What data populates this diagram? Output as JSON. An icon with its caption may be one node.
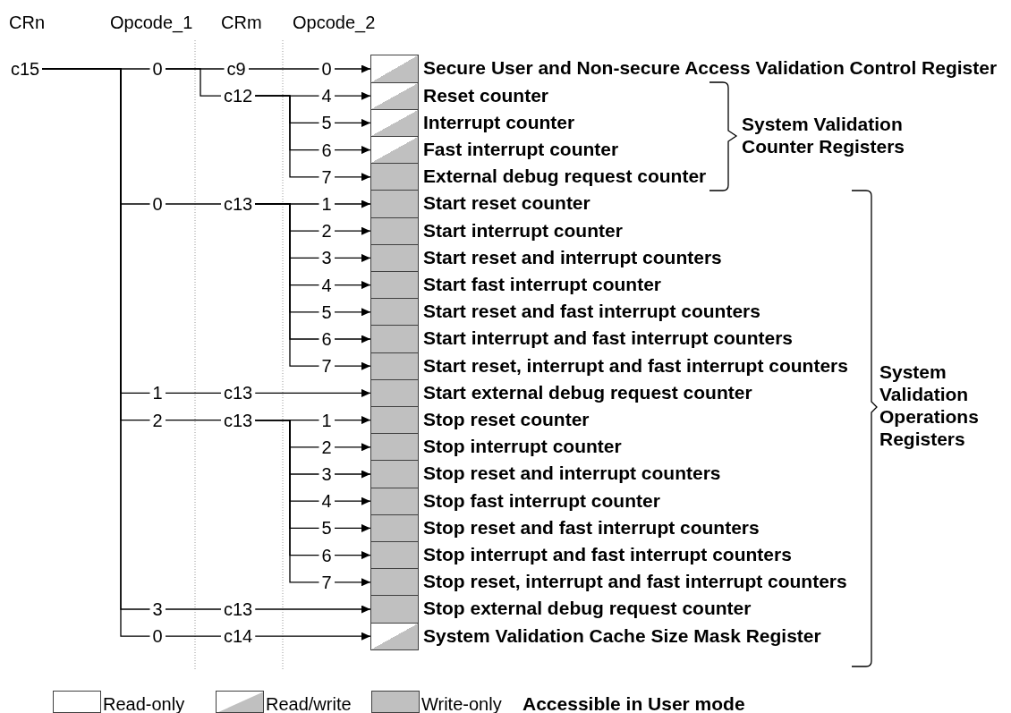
{
  "diagram": {
    "nodes": [
      {
        "text": [
          "c15"
        ]
      },
      {
        "text": [
          "0"
        ]
      },
      {
        "text": [
          "c9"
        ]
      },
      {
        "text": [
          "0"
        ]
      },
      {
        "text": [
          "Secure User and Non-secure Access Validation Control Register"
        ]
      },
      {
        "text": [
          "c12"
        ]
      },
      {
        "text": [
          "4"
        ]
      },
      {
        "text": [
          "Reset counter"
        ]
      },
      {
        "text": [
          "5"
        ]
      },
      {
        "text": [
          "Interrupt counter"
        ]
      },
      {
        "text": [
          "6"
        ]
      },
      {
        "text": [
          "Fast interrupt counter"
        ]
      },
      {
        "text": [
          "7"
        ]
      },
      {
        "text": [
          "External debug request counter"
        ]
      },
      {
        "text": [
          "0"
        ]
      },
      {
        "text": [
          "c13"
        ]
      },
      {
        "text": [
          "1"
        ]
      },
      {
        "text": [
          "Start reset counter"
        ]
      },
      {
        "text": [
          "2"
        ]
      },
      {
        "text": [
          "Start interrupt counter"
        ]
      },
      {
        "text": [
          "3"
        ]
      },
      {
        "text": [
          "Start reset and interrupt counters"
        ]
      },
      {
        "text": [
          "4"
        ]
      },
      {
        "text": [
          "Start fast interrupt counter"
        ]
      },
      {
        "text": [
          "5"
        ]
      },
      {
        "text": [
          "Start reset and fast interrupt counters"
        ]
      },
      {
        "text": [
          "6"
        ]
      },
      {
        "text": [
          "Start interrupt and fast interrupt counters"
        ]
      },
      {
        "text": [
          "7"
        ]
      },
      {
        "text": [
          "Start reset, interrupt and fast interrupt counters"
        ]
      },
      {
        "text": [
          "1"
        ]
      },
      {
        "text": [
          "c13"
        ]
      },
      {
        "text": [
          "Start external debug request counter"
        ]
      },
      {
        "text": [
          "2"
        ]
      },
      {
        "text": [
          "c13"
        ]
      },
      {
        "text": [
          "1"
        ]
      },
      {
        "text": [
          "Stop reset counter"
        ]
      },
      {
        "text": [
          "2"
        ]
      },
      {
        "text": [
          "Stop interrupt counter"
        ]
      },
      {
        "text": [
          "3"
        ]
      },
      {
        "text": [
          "Stop reset and interrupt counters"
        ]
      },
      {
        "text": [
          "4"
        ]
      },
      {
        "text": [
          "Stop fast interrupt counter"
        ]
      },
      {
        "text": [
          "5"
        ]
      },
      {
        "text": [
          "Stop reset and fast interrupt counters"
        ]
      },
      {
        "text": [
          "6"
        ]
      },
      {
        "text": [
          "Stop interrupt and fast interrupt counters"
        ]
      },
      {
        "text": [
          "7"
        ]
      },
      {
        "text": [
          "Stop reset, interrupt and fast interrupt counters"
        ]
      },
      {
        "text": [
          "3"
        ]
      },
      {
        "text": [
          "c13"
        ]
      },
      {
        "text": [
          "Stop external debug request counter"
        ]
      },
      {
        "text": [
          "0"
        ]
      },
      {
        "text": [
          "c14"
        ]
      },
      {
        "text": [
          "System Validation Cache Size Mask Register"
        ]
      }
    ],
    "edges": [
      {
        "from": 0,
        "to": 1,
        "arrow": "none"
      },
      {
        "from": 0,
        "to": 14,
        "arrow": "none"
      },
      {
        "from": 0,
        "to": 30,
        "arrow": "none"
      },
      {
        "from": 0,
        "to": 33,
        "arrow": "none"
      },
      {
        "from": 0,
        "to": 49,
        "arrow": "none"
      },
      {
        "from": 0,
        "to": 52,
        "arrow": "none"
      },
      {
        "from": 1,
        "to": 2,
        "arrow": "none"
      },
      {
        "from": 1,
        "to": 5,
        "arrow": "none"
      },
      {
        "from": 2,
        "to": 3,
        "arrow": "none"
      },
      {
        "from": 3,
        "to": 4,
        "arrow": "to"
      },
      {
        "from": 5,
        "to": 6,
        "arrow": "none"
      },
      {
        "from": 5,
        "to": 8,
        "arrow": "none"
      },
      {
        "from": 5,
        "to": 10,
        "arrow": "none"
      },
      {
        "from": 5,
        "to": 12,
        "arrow": "none"
      },
      {
        "from": 6,
        "to": 7,
        "arrow": "to"
      },
      {
        "from": 8,
        "to": 9,
        "arrow": "to"
      },
      {
        "from": 10,
        "to": 11,
        "arrow": "to"
      },
      {
        "from": 12,
        "to": 13,
        "arrow": "to"
      },
      {
        "from": 14,
        "to": 15,
        "arrow": "none"
      },
      {
        "from": 15,
        "to": 16,
        "arrow": "none"
      },
      {
        "from": 15,
        "to": 18,
        "arrow": "none"
      },
      {
        "from": 15,
        "to": 20,
        "arrow": "none"
      },
      {
        "from": 15,
        "to": 22,
        "arrow": "none"
      },
      {
        "from": 15,
        "to": 24,
        "arrow": "none"
      },
      {
        "from": 15,
        "to": 26,
        "arrow": "none"
      },
      {
        "from": 15,
        "to": 28,
        "arrow": "none"
      },
      {
        "from": 16,
        "to": 17,
        "arrow": "to"
      },
      {
        "from": 18,
        "to": 19,
        "arrow": "to"
      },
      {
        "from": 20,
        "to": 21,
        "arrow": "to"
      },
      {
        "from": 22,
        "to": 23,
        "arrow": "to"
      },
      {
        "from": 24,
        "to": 25,
        "arrow": "to"
      },
      {
        "from": 26,
        "to": 27,
        "arrow": "to"
      },
      {
        "from": 28,
        "to": 29,
        "arrow": "to"
      },
      {
        "from": 30,
        "to": 31,
        "arrow": "none"
      },
      {
        "from": 31,
        "to": 32,
        "arrow": "to"
      },
      {
        "from": 33,
        "to": 34,
        "arrow": "none"
      },
      {
        "from": 34,
        "to": 35,
        "arrow": "none"
      },
      {
        "from": 34,
        "to": 37,
        "arrow": "none"
      },
      {
        "from": 34,
        "to": 39,
        "arrow": "none"
      },
      {
        "from": 34,
        "to": 41,
        "arrow": "none"
      },
      {
        "from": 34,
        "to": 43,
        "arrow": "none"
      },
      {
        "from": 34,
        "to": 45,
        "arrow": "none"
      },
      {
        "from": 34,
        "to": 47,
        "arrow": "none"
      },
      {
        "from": 35,
        "to": 36,
        "arrow": "to"
      },
      {
        "from": 37,
        "to": 38,
        "arrow": "to"
      },
      {
        "from": 39,
        "to": 40,
        "arrow": "to"
      },
      {
        "from": 41,
        "to": 42,
        "arrow": "to"
      },
      {
        "from": 43,
        "to": 44,
        "arrow": "to"
      },
      {
        "from": 45,
        "to": 46,
        "arrow": "to"
      },
      {
        "from": 47,
        "to": 48,
        "arrow": "to"
      },
      {
        "from": 49,
        "to": 50,
        "arrow": "none"
      },
      {
        "from": 50,
        "to": 51,
        "arrow": "to"
      },
      {
        "from": 52,
        "to": 53,
        "arrow": "none"
      },
      {
        "from": 53,
        "to": 54,
        "arrow": "to"
      }
    ],
    "labels": [
      "CRn",
      "Opcode_1",
      "CRm",
      "Opcode_2",
      "System Validation Counter Registers",
      "System Validation Operations Registers",
      "Accessible in User mode"
    ],
    "legend": [
      {
        "text": "Read-only",
        "color": "#ffffff"
      },
      {
        "text": "Read/write"
      },
      {
        "text": "Write-only",
        "color": "#c0c0c0"
      }
    ]
  }
}
